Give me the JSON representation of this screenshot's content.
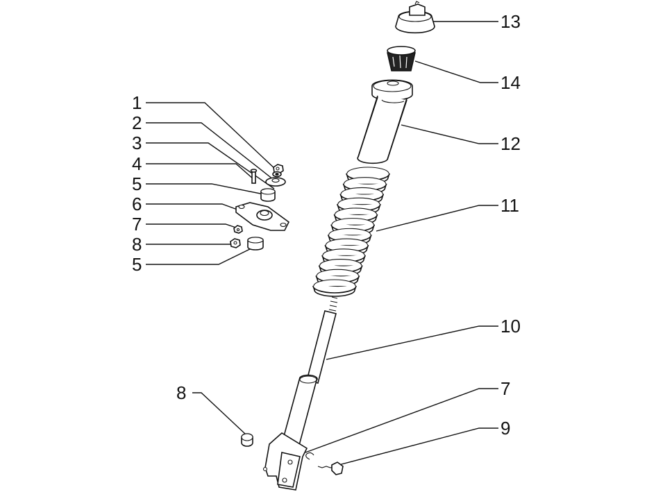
{
  "callouts": [
    {
      "id": "c1",
      "text": "1"
    },
    {
      "id": "c2",
      "text": "2"
    },
    {
      "id": "c3",
      "text": "3"
    },
    {
      "id": "c4",
      "text": "4"
    },
    {
      "id": "c5a",
      "text": "5"
    },
    {
      "id": "c6",
      "text": "6"
    },
    {
      "id": "c7a",
      "text": "7"
    },
    {
      "id": "c8a",
      "text": "8"
    },
    {
      "id": "c5b",
      "text": "5"
    },
    {
      "id": "c13",
      "text": "13"
    },
    {
      "id": "c14",
      "text": "14"
    },
    {
      "id": "c12",
      "text": "12"
    },
    {
      "id": "c11",
      "text": "11"
    },
    {
      "id": "c10",
      "text": "10"
    },
    {
      "id": "c8b",
      "text": "8"
    },
    {
      "id": "c7b",
      "text": "7"
    },
    {
      "id": "c9",
      "text": "9"
    }
  ]
}
